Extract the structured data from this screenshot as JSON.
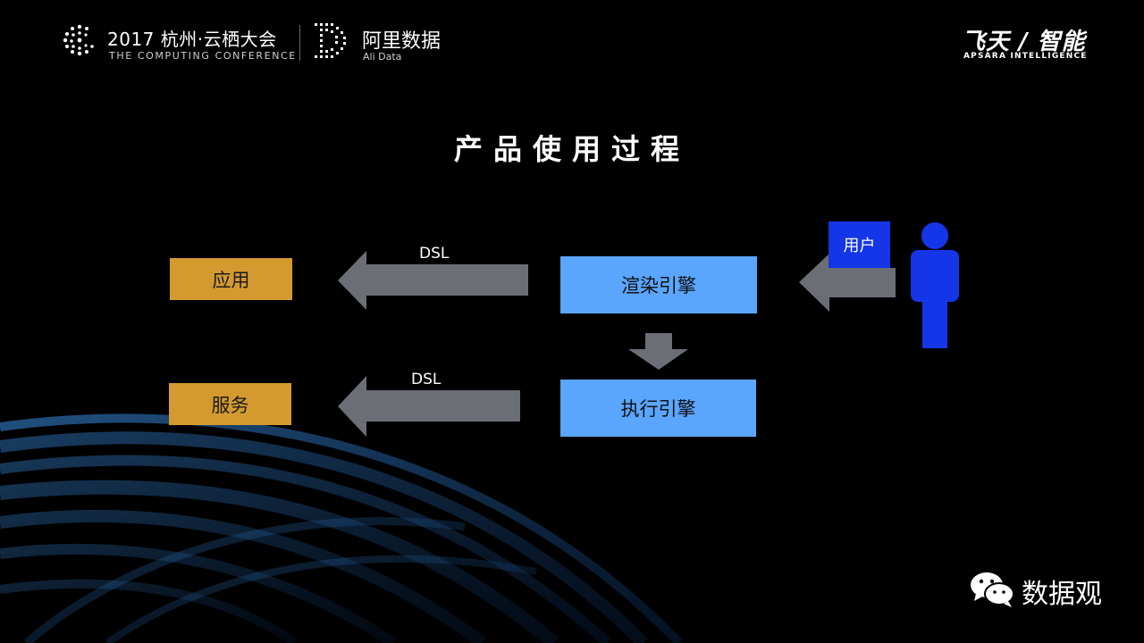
{
  "header": {
    "conference_title": "2017 杭州·云栖大会",
    "conference_subtitle": "THE COMPUTING CONFERENCE",
    "alidata_cn": "阿里数据",
    "alidata_en": "Ali Data",
    "brand_cn": "飞天 / 智能",
    "brand_en": "APSARA INTELLIGENCE"
  },
  "title": "产品使用过程",
  "diagram": {
    "app_label": "应用",
    "service_label": "服务",
    "render_engine_label": "渲染引擎",
    "exec_engine_label": "执行引擎",
    "user_label": "用户",
    "dsl_label_top": "DSL",
    "dsl_label_bottom": "DSL"
  },
  "watermark": "数据观",
  "colors": {
    "background": "#000000",
    "gold_box": "#d49a30",
    "light_blue_box": "#5aa6ff",
    "user_blue": "#1536e8",
    "arrow_gray": "#6b6e75"
  }
}
